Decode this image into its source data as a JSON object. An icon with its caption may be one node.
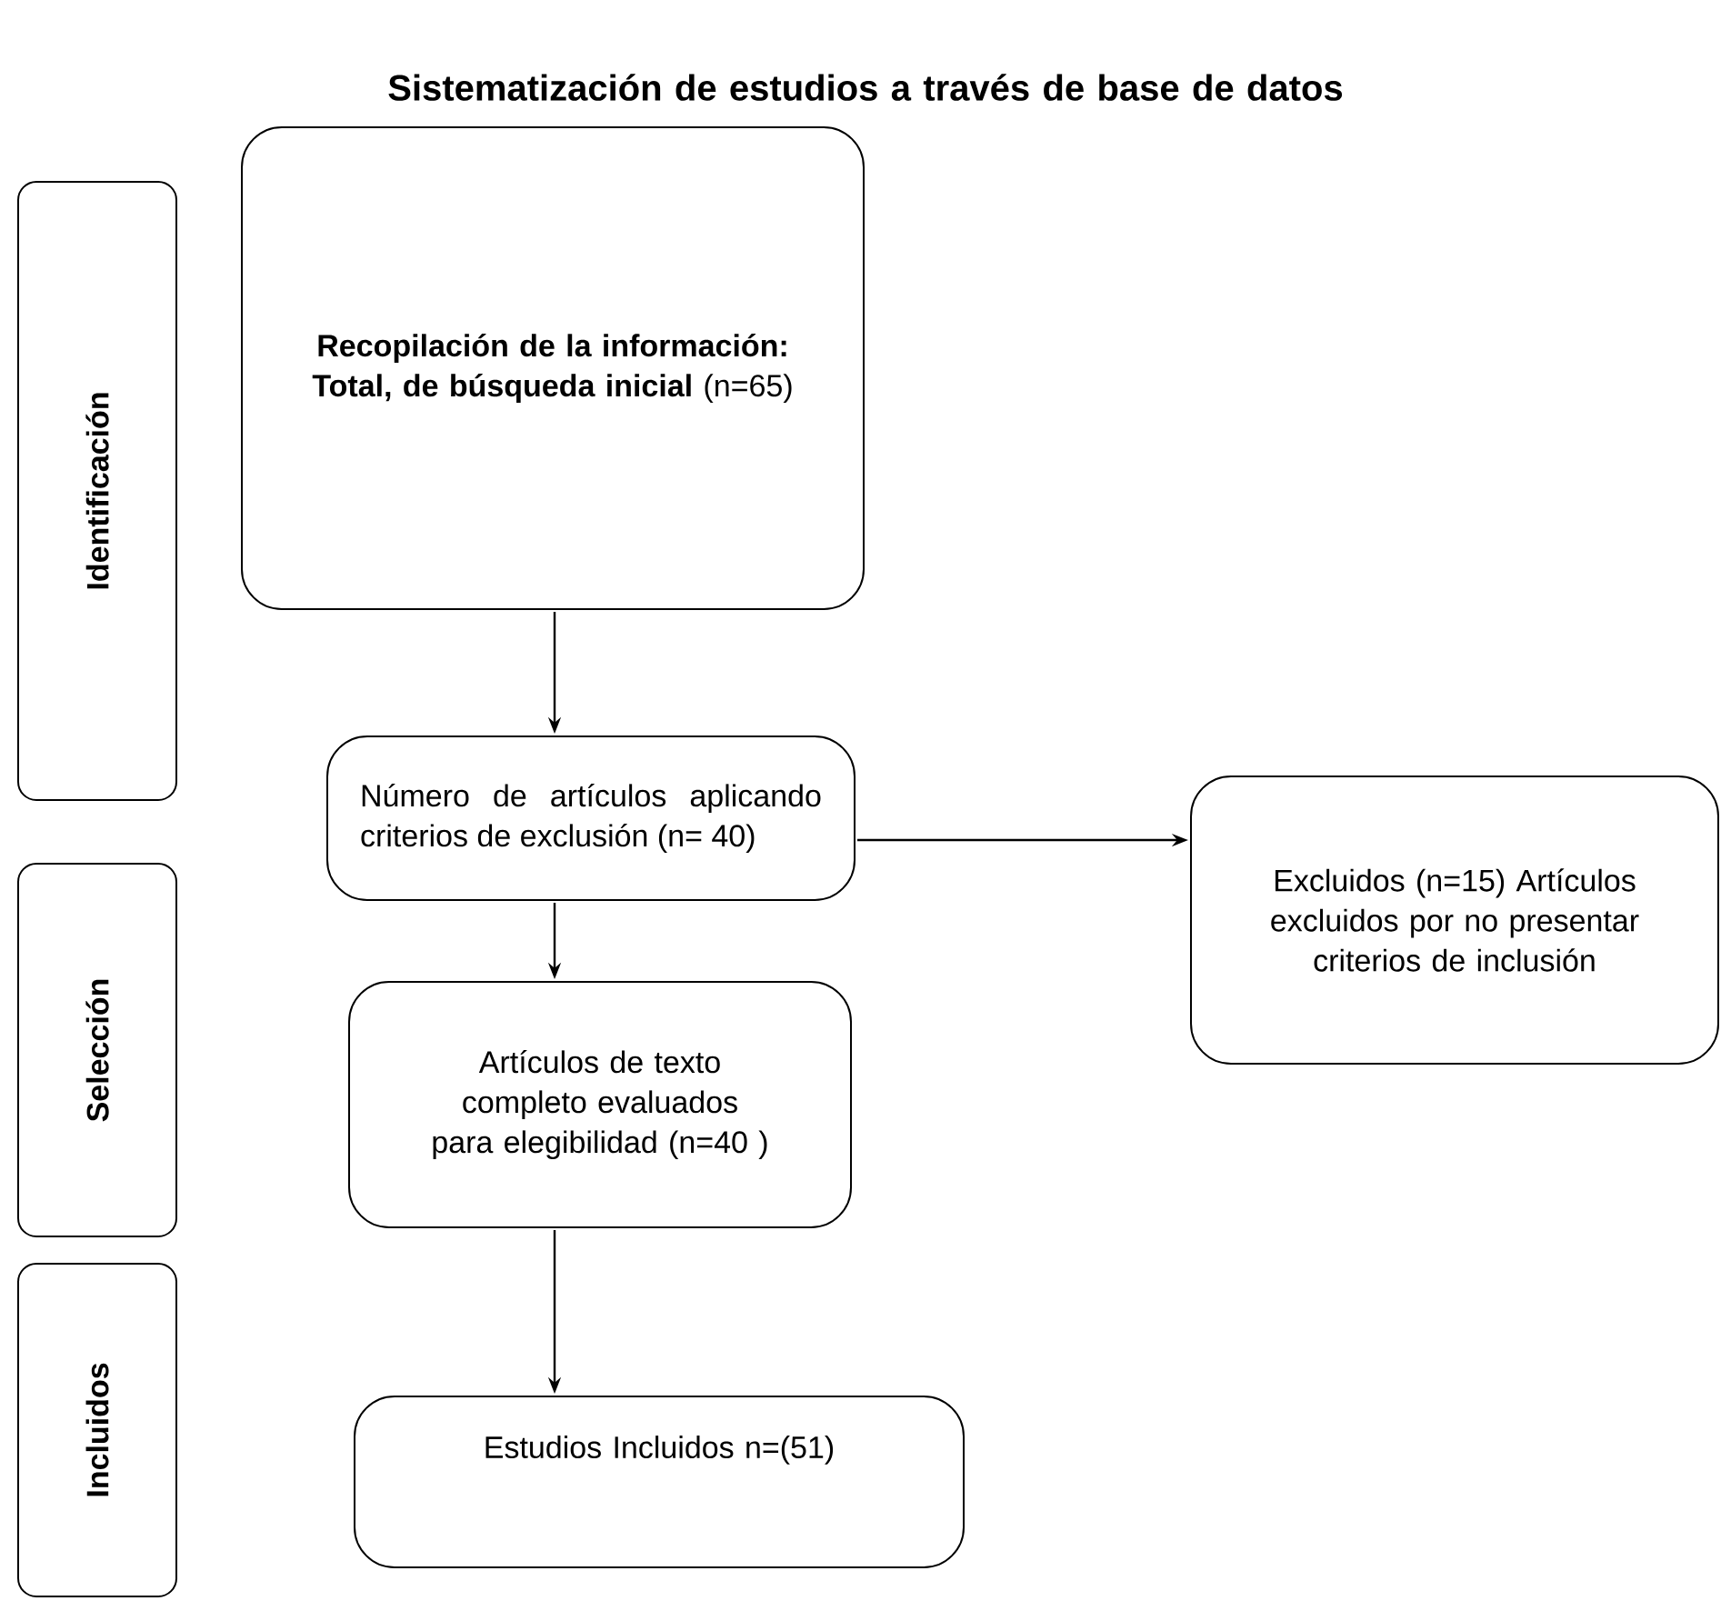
{
  "diagram": {
    "title": "Sistematización de estudios a través de base de datos",
    "nodes": [
      {
        "text": [
          "Identificación"
        ]
      },
      {
        "text": [
          "**Recopilación de la información: Total, de búsqueda inicial** (n=65)"
        ]
      },
      {
        "text": [
          "Número de artículos aplicando criterios de exclusión (n= 40)"
        ]
      },
      {
        "text": [
          "Excluidos (n=15) Artículos excluidos por no presentar criterios de inclusión"
        ]
      },
      {
        "text": [
          "Selección"
        ]
      },
      {
        "text": [
          "Artículos de texto completo evaluados para elegibilidad (n=40 )"
        ]
      },
      {
        "text": [
          "Incluidos"
        ]
      },
      {
        "text": [
          "Estudios Incluidos n=(51)"
        ]
      }
    ],
    "edges": [
      {
        "from": 1,
        "to": 2,
        "arrow": "to"
      },
      {
        "from": 2,
        "to": 3,
        "arrow": "to"
      },
      {
        "from": 2,
        "to": 5,
        "arrow": "to"
      },
      {
        "from": 5,
        "to": 7,
        "arrow": "to"
      }
    ]
  }
}
